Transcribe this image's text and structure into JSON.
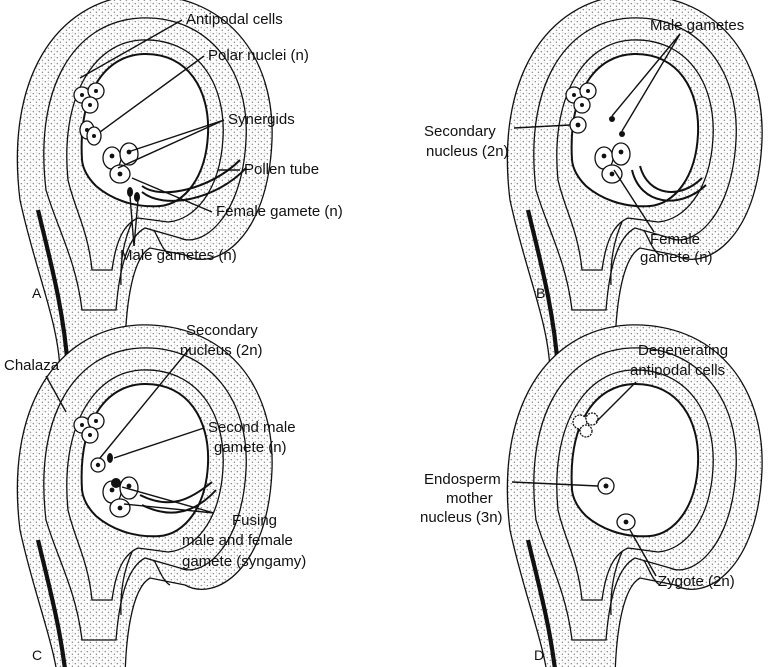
{
  "colors": {
    "ink": "#111111",
    "stipple": "#9a9a9a",
    "background": "#ffffff"
  },
  "panels": [
    {
      "letter": "A",
      "labels": {
        "antipodal": "Antipodal cells",
        "polar": "Polar nuclei (n)",
        "synergids": "Synergids",
        "pollen": "Pollen tube",
        "female": "Female gamete (n)",
        "male": "Male gametes (n)"
      }
    },
    {
      "letter": "B",
      "labels": {
        "male": "Male gametes",
        "secondary_1": "Secondary",
        "secondary_2": "nucleus (2n)",
        "female_1": "Female",
        "female_2": "gamete (n)"
      }
    },
    {
      "letter": "C",
      "labels": {
        "chalaza": "Chalaza",
        "secondary_1": "Secondary",
        "secondary_2": "nucleus (2n)",
        "second_male_1": "Second male",
        "second_male_2": "gamete (n)",
        "fusing_1": "Fusing",
        "fusing_2": "male and female",
        "fusing_3": "gamete (syngamy)"
      }
    },
    {
      "letter": "D",
      "labels": {
        "degenerating_1": "Degenerating",
        "degenerating_2": "antipodal cells",
        "endosperm_1": "Endosperm",
        "endosperm_2": "mother",
        "endosperm_3": "nucleus (3n)",
        "zygote": "Zygote (2n)"
      }
    }
  ]
}
